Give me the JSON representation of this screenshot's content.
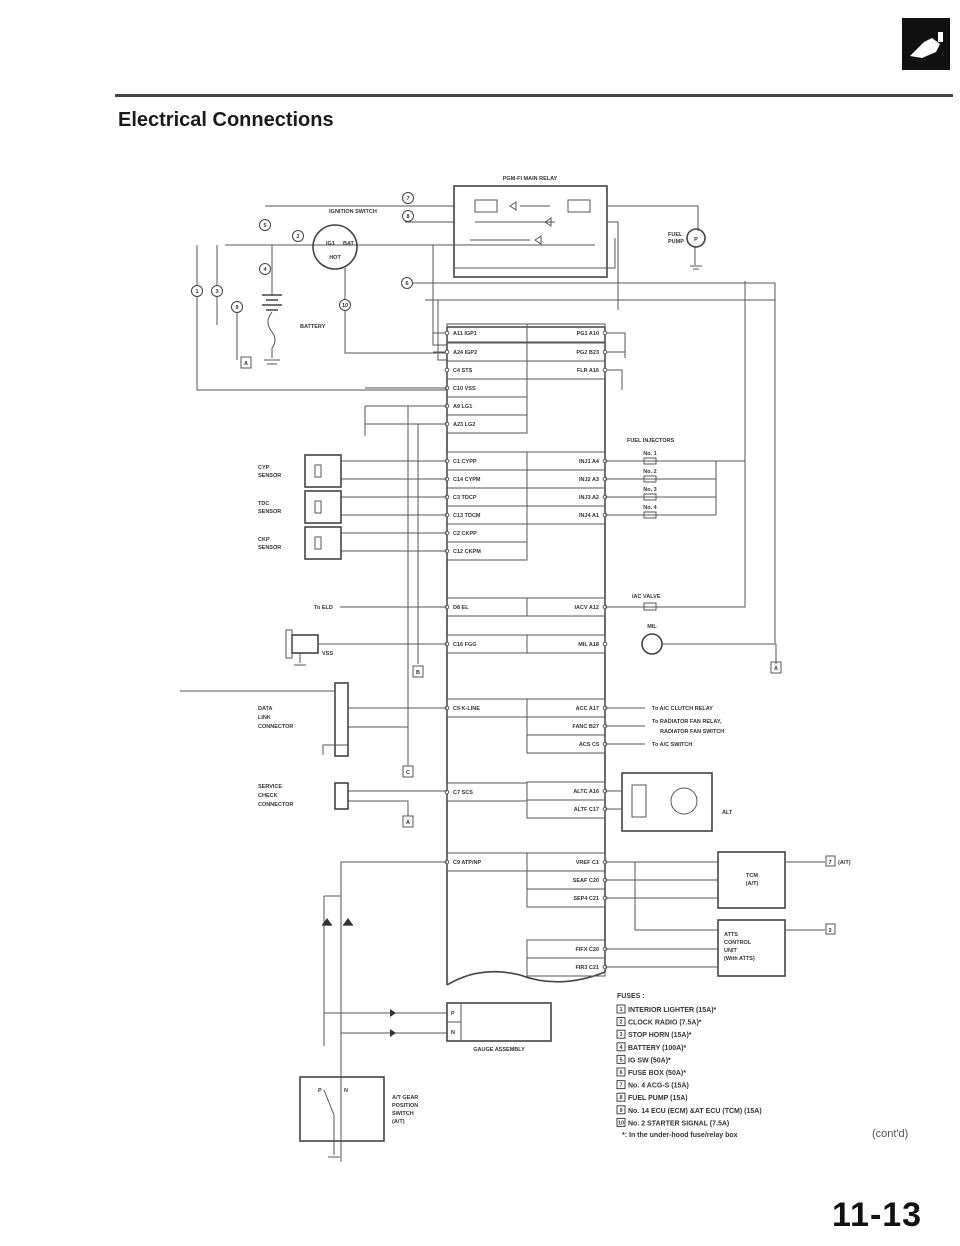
{
  "header": {
    "title": "Electrical Connections",
    "logo_icon": "engine-tool-icon"
  },
  "footer": {
    "page_number": "11-13",
    "continued": "(cont'd)"
  },
  "relay": {
    "label": "PGM-FI MAIN RELAY"
  },
  "ignition_switch": {
    "label": "IGNITION SWITCH",
    "terminals": [
      "IG1",
      "BAT"
    ],
    "position": "HOT"
  },
  "fuse_refs": [
    "1",
    "3",
    "9",
    "5",
    "2",
    "4",
    "7",
    "8",
    "6",
    "10"
  ],
  "battery": {
    "label": "BATTERY"
  },
  "fuel_pump": {
    "label1": "FUEL",
    "label2": "PUMP",
    "symbol": "P"
  },
  "ecm": {
    "left_terminals": [
      "A11 IGP1",
      "A24 IGP2",
      "C4 STS",
      "C10 VSS",
      "A9 LG1",
      "A23 LG2",
      "C1 CYPP",
      "C14 CYPM",
      "C3 TDCP",
      "C13 TDCM",
      "C2 CKPP",
      "C12 CKPM",
      "D8 EL",
      "C16 FGG",
      "C5 K-LINE",
      "C7 SCS",
      "C9 ATP/NP"
    ],
    "right_terminals": [
      "PG1 A10",
      "PG2 B23",
      "FLR A16",
      "INJ1 A4",
      "INJ2 A3",
      "INJ3 A2",
      "INJ4 A1",
      "IACV A12",
      "MIL A18",
      "ACC A17",
      "FANC B27",
      "ACS C5",
      "ALTC A16",
      "ALTF C17",
      "VREF C1",
      "SEAF C20",
      "SEP4 C21",
      "FIFX C20",
      "FIR3 C21"
    ]
  },
  "injectors": {
    "label": "FUEL INJECTORS",
    "items": [
      "No. 1",
      "No. 2",
      "No. 3",
      "No. 4"
    ]
  },
  "iac_valve": {
    "label": "IAC VALVE"
  },
  "mil": {
    "label": "MIL"
  },
  "to_labels": {
    "ac_clutch": "To A/C CLUTCH RELAY",
    "rad_fan_1": "To RADIATOR FAN RELAY,",
    "rad_fan_2": "RADIATOR FAN SWITCH",
    "ac_switch": "To A/C SWITCH",
    "eld": "To ELD"
  },
  "alt": {
    "label": "ALT"
  },
  "tcm": {
    "line1": "TCM",
    "line2": "(A/T)",
    "ref": "7",
    "ref_note": "(A/T)"
  },
  "atts": {
    "line1": "ATTS",
    "line2": "CONTROL",
    "line3": "UNIT",
    "line4": "(With ATTS)",
    "ref": "3"
  },
  "sensors": {
    "cyp": [
      "CYP",
      "SENSOR"
    ],
    "tdc": [
      "TDC",
      "SENSOR"
    ],
    "ckp": [
      "CKP",
      "SENSOR"
    ],
    "vss": "VSS"
  },
  "connectors": {
    "dlc": [
      "DATA",
      "LINK",
      "CONNECTOR"
    ],
    "scs": [
      "SERVICE",
      "CHECK",
      "CONNECTOR"
    ]
  },
  "ground_refs": [
    "A",
    "B",
    "A",
    "C",
    "A"
  ],
  "gauge": {
    "label": "GAUGE ASSEMBLY",
    "p": "P",
    "n": "N"
  },
  "gear_switch": {
    "lines": [
      "A/T GEAR",
      "POSITION",
      "SWITCH",
      "(A/T)"
    ],
    "p": "P",
    "n": "N"
  },
  "fuses": {
    "title": "FUSES :",
    "items": [
      {
        "num": "1",
        "text": "INTERIOR LIGHTER (15A)*"
      },
      {
        "num": "2",
        "text": "CLOCK RADIO (7.5A)*"
      },
      {
        "num": "3",
        "text": "STOP HORN (15A)*"
      },
      {
        "num": "4",
        "text": "BATTERY (100A)*"
      },
      {
        "num": "5",
        "text": "IG SW (50A)*"
      },
      {
        "num": "6",
        "text": "FUSE BOX (50A)*"
      },
      {
        "num": "7",
        "text": "No. 4 ACG-S (15A)"
      },
      {
        "num": "8",
        "text": "FUEL PUMP (15A)"
      },
      {
        "num": "9",
        "text": "No. 14 ECU (ECM) &AT ECU (TCM) (15A)"
      },
      {
        "num": "10",
        "text": "No. 2 STARTER SIGNAL (7.5A)"
      }
    ],
    "footnote": "*: In the under-hood fuse/relay box"
  }
}
